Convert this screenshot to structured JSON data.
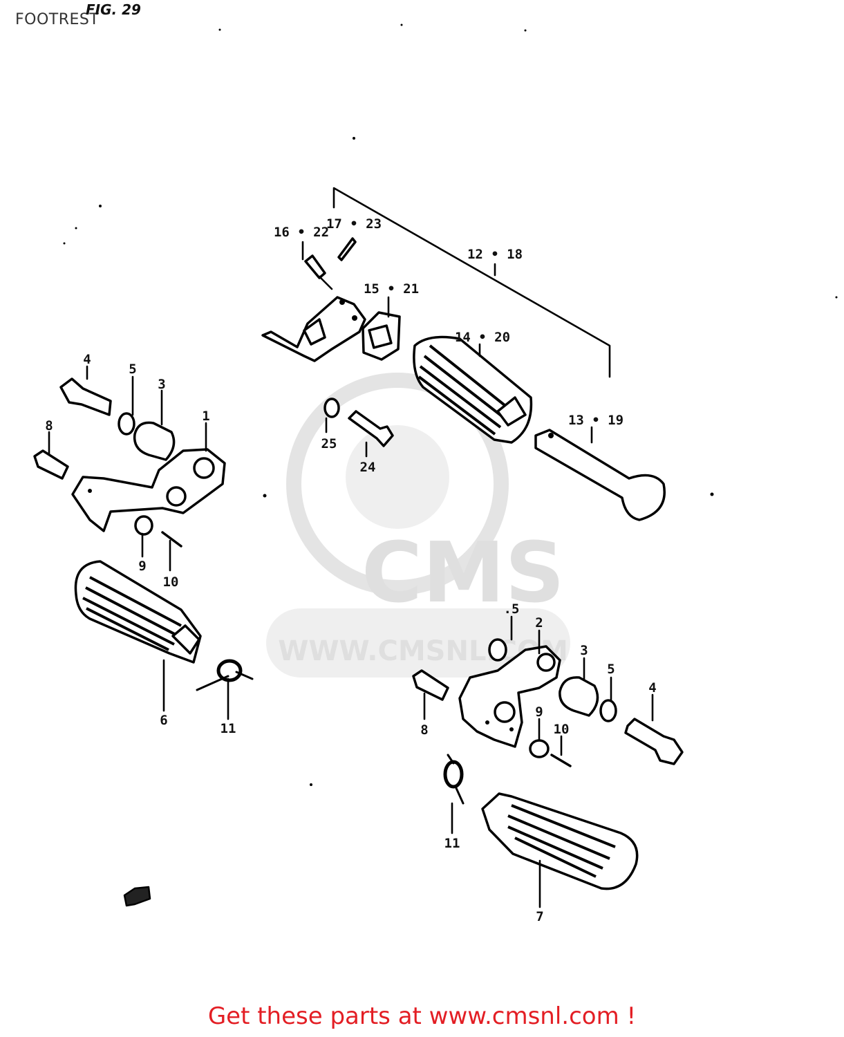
{
  "page": {
    "title": "FOOTREST",
    "fig_label": "FIG. 29"
  },
  "watermark": {
    "brand": "CMS",
    "url": "WWW.CMSNL.COM"
  },
  "callouts": [
    {
      "id": "c-12-18",
      "label": "12 • 18"
    },
    {
      "id": "c-16-22",
      "label": "16 • 22"
    },
    {
      "id": "c-17-23",
      "label": "17 • 23"
    },
    {
      "id": "c-15-21",
      "label": "15 • 21"
    },
    {
      "id": "c-14-20",
      "label": "14 • 20"
    },
    {
      "id": "c-13-19",
      "label": "13 • 19"
    },
    {
      "id": "c-25",
      "label": "25"
    },
    {
      "id": "c-24",
      "label": "24"
    },
    {
      "id": "c-4-left",
      "label": "4"
    },
    {
      "id": "c-5-left",
      "label": "5"
    },
    {
      "id": "c-3-left",
      "label": "3"
    },
    {
      "id": "c-1",
      "label": "1"
    },
    {
      "id": "c-8-left",
      "label": "8"
    },
    {
      "id": "c-9-left",
      "label": "9"
    },
    {
      "id": "c-10-left",
      "label": "10"
    },
    {
      "id": "c-6",
      "label": "6"
    },
    {
      "id": "c-11-left",
      "label": "11"
    },
    {
      "id": "c-5-right-a",
      "label": ".5"
    },
    {
      "id": "c-2",
      "label": "2"
    },
    {
      "id": "c-3-right",
      "label": "3"
    },
    {
      "id": "c-5-right-b",
      "label": "5"
    },
    {
      "id": "c-4-right",
      "label": "4"
    },
    {
      "id": "c-8-right",
      "label": "8"
    },
    {
      "id": "c-9-right",
      "label": "9"
    },
    {
      "id": "c-10-right",
      "label": "10"
    },
    {
      "id": "c-11-right",
      "label": "11"
    },
    {
      "id": "c-7",
      "label": "7"
    }
  ],
  "cta": {
    "text": "Get these parts at www.cmsnl.com !"
  },
  "colors": {
    "cta": "#e31e24",
    "watermark": "#dcdcdc",
    "ink": "#000000"
  }
}
